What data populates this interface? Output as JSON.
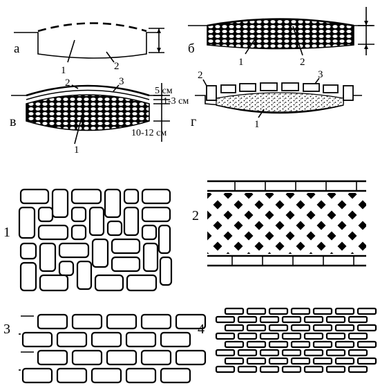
{
  "sections": {
    "a": {
      "letter": "а",
      "n1": "1",
      "n2": "2"
    },
    "b": {
      "letter": "б",
      "n1": "1",
      "n2": "2"
    },
    "v": {
      "letter": "в",
      "n1": "1",
      "n2": "2",
      "n3": "3",
      "dim_top": "5 см",
      "dim_mid": "1-3 см",
      "dim_bot": "10-12 см"
    },
    "g": {
      "letter": "г",
      "n1": "1",
      "n2": "2",
      "n3": "3"
    }
  },
  "patterns": {
    "p1": {
      "label": "1"
    },
    "p2": {
      "label": "2"
    },
    "p3": {
      "label": "3"
    },
    "p4": {
      "label": "4"
    }
  },
  "colors": {
    "ink": "#000000",
    "paper": "#ffffff"
  }
}
